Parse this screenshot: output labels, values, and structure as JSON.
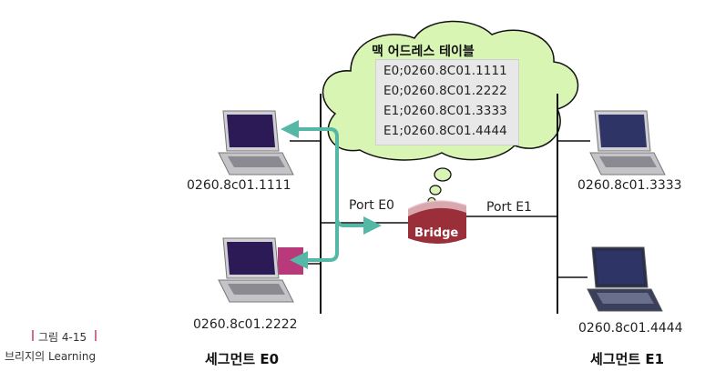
{
  "cloud": {
    "title": "맥 어드레스 테이블",
    "entries": [
      "E0;0260.8C01.1111",
      "E0;0260.8C01.2222",
      "E1;0260.8C01.3333",
      "E1;0260.8C01.4444"
    ]
  },
  "bridge": {
    "label": "Bridge",
    "port_left": "Port E0",
    "port_right": "Port E1"
  },
  "hosts": [
    {
      "mac": "0260.8c01.1111"
    },
    {
      "mac": "0260.8c01.2222"
    },
    {
      "mac": "0260.8c01.3333"
    },
    {
      "mac": "0260.8c01.4444"
    }
  ],
  "segments": {
    "left": "세그먼트 E0",
    "right": "세그먼트 E1"
  },
  "caption": {
    "number": "그림 4-15",
    "title": "브리지의 Learning"
  },
  "colors": {
    "cloud_fill": "#d8f5b4",
    "arrow": "#55b8a6",
    "frame_marker": "#b83a7a",
    "bridge_body": "#9a2f3a",
    "screen": "#2b1a55"
  }
}
